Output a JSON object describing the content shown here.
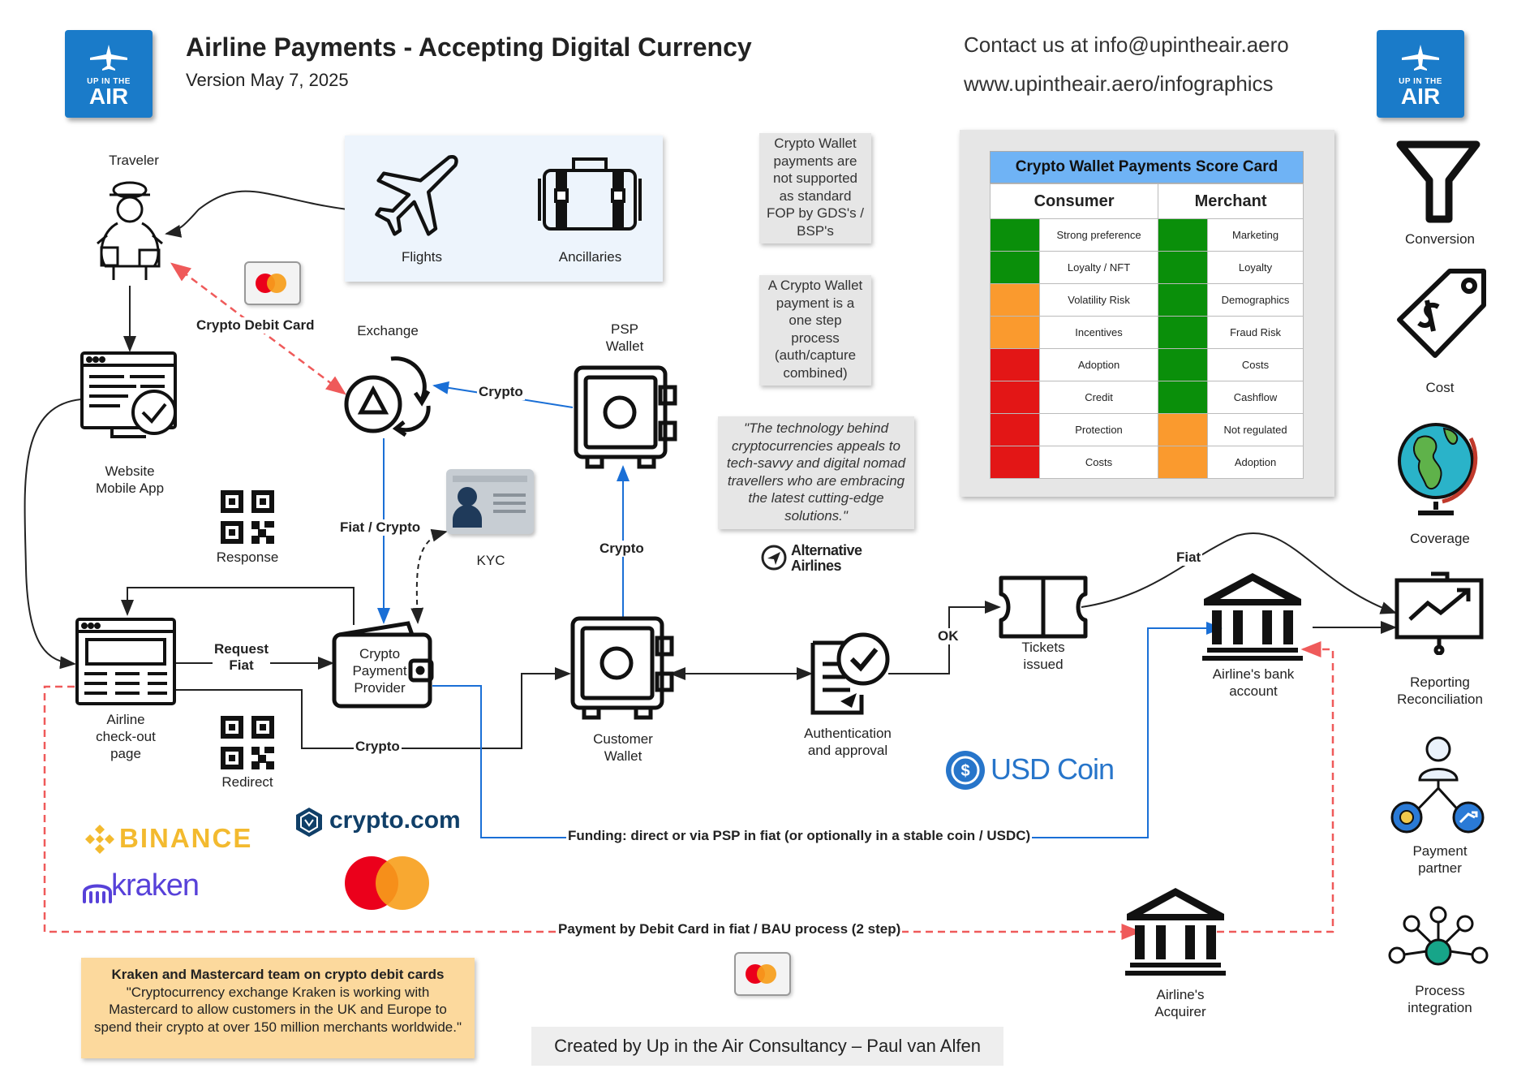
{
  "header": {
    "title": "Airline Payments - Accepting Digital Currency",
    "version": "Version May 7, 2025",
    "contact": "Contact us at info@upintheair.aero",
    "website": "www.upintheair.aero/infographics",
    "logo_small": "UP IN THE",
    "logo_big": "AIR"
  },
  "nodes": {
    "traveler": "Traveler",
    "flights": "Flights",
    "ancillaries": "Ancillaries",
    "website_l1": "Website",
    "website_l2": "Mobile App",
    "exchange": "Exchange",
    "psp_l1": "PSP",
    "psp_l2": "Wallet",
    "response": "Response",
    "kyc": "KYC",
    "checkout_l1": "Airline",
    "checkout_l2": "check-out",
    "checkout_l3": "page",
    "cpp_l1": "Crypto",
    "cpp_l2": "Payment",
    "cpp_l3": "Provider",
    "redirect": "Redirect",
    "customer_wallet_l1": "Customer",
    "customer_wallet_l2": "Wallet",
    "auth_l1": "Authentication",
    "auth_l2": "and approval",
    "tickets_l1": "Tickets",
    "tickets_l2": "issued",
    "bank_l1": "Airline's bank",
    "bank_l2": "account",
    "acquirer_l1": "Airline's",
    "acquirer_l2": "Acquirer",
    "usd_coin": "USD Coin",
    "alt_airlines_l1": "Alternative",
    "alt_airlines_l2": "Airlines",
    "binance": "BINANCE",
    "kraken": "kraken",
    "cryptocom": "crypto.com"
  },
  "edges": {
    "crypto_debit_card": "Crypto Debit Card",
    "crypto_psp": "Crypto",
    "fiat_crypto": "Fiat / Crypto",
    "crypto_up": "Crypto",
    "request_fiat_l1": "Request",
    "request_fiat_l2": "Fiat",
    "crypto_bottom": "Crypto",
    "ok": "OK",
    "fiat": "Fiat",
    "funding": "Funding: direct or via PSP in fiat (or optionally in a stable coin / USDC)",
    "debit_card": "Payment by Debit Card in fiat / BAU process (2 step)"
  },
  "notes": {
    "n1": [
      "Crypto Wallet",
      "payments are",
      "not supported",
      "as standard",
      "FOP by GDS's /",
      "BSP's"
    ],
    "n2": [
      "A Crypto Wallet",
      "payment is a",
      "one step",
      "process",
      "(auth/capture",
      "combined)"
    ],
    "quote": [
      "\"The technology behind",
      "cryptocurrencies appeals to",
      "tech-savvy and digital nomad",
      "travellers who are embracing",
      "the latest cutting-edge",
      "solutions.\""
    ]
  },
  "scorecard": {
    "title": "Crypto Wallet Payments Score Card",
    "col1": "Consumer",
    "col2": "Merchant",
    "rows": [
      {
        "c_color": "green",
        "c_label": "Strong preference",
        "m_color": "green",
        "m_label": "Marketing"
      },
      {
        "c_color": "green",
        "c_label": "Loyalty / NFT",
        "m_color": "green",
        "m_label": "Loyalty"
      },
      {
        "c_color": "orange",
        "c_label": "Volatility Risk",
        "m_color": "green",
        "m_label": "Demographics"
      },
      {
        "c_color": "orange",
        "c_label": "Incentives",
        "m_color": "green",
        "m_label": "Fraud Risk"
      },
      {
        "c_color": "red",
        "c_label": "Adoption",
        "m_color": "green",
        "m_label": "Costs"
      },
      {
        "c_color": "red",
        "c_label": "Credit",
        "m_color": "green",
        "m_label": "Cashflow"
      },
      {
        "c_color": "red",
        "c_label": "Protection",
        "m_color": "orange",
        "m_label": "Not regulated"
      },
      {
        "c_color": "red",
        "c_label": "Costs",
        "m_color": "orange",
        "m_label": "Adoption"
      }
    ]
  },
  "sidebar": {
    "conversion": "Conversion",
    "cost": "Cost",
    "coverage": "Coverage",
    "reporting_l1": "Reporting",
    "reporting_l2": "Reconciliation",
    "partner_l1": "Payment",
    "partner_l2": "partner",
    "process_l1": "Process",
    "process_l2": "integration"
  },
  "kraken_note": {
    "heading": "Kraken and Mastercard team on crypto debit cards",
    "body": [
      "\"Cryptocurrency exchange Kraken is working with",
      "Mastercard to allow customers in the UK and Europe to",
      "spend their crypto at over 150 million merchants worldwide.\""
    ]
  },
  "footer": "Created by Up in the Air Consultancy – Paul van Alfen",
  "colors": {
    "brand_blue": "#1a7bc9",
    "flow_blue": "#1a6fd6",
    "dashed_red": "#ef5a5a",
    "mastercard_red": "#eb001b",
    "mastercard_orange": "#f79e1b",
    "binance_yellow": "#f3ba2f",
    "kraken_purple": "#5741d9",
    "usdc_blue": "#2775ca"
  }
}
